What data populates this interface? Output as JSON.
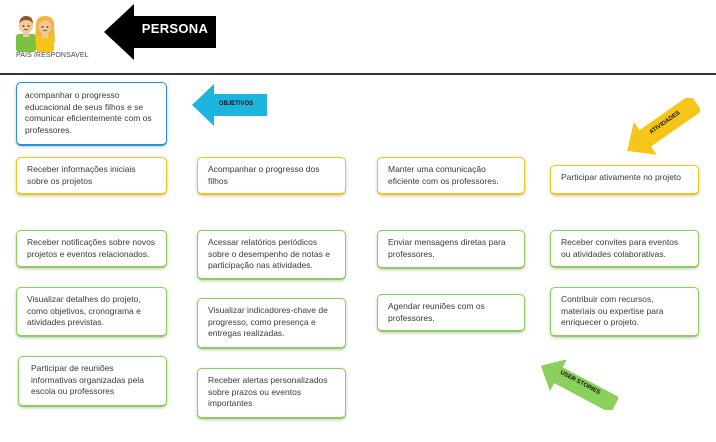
{
  "header": {
    "persona_label": "PAIS /RESPONSAVEL",
    "persona_title": "PERSONA",
    "avatar_icon": "parents-icon"
  },
  "objective": {
    "tag": "OBJETIVOS",
    "text": "acompanhar o progresso educacional de seus filhos e se comunicar eficientemente com os professores.",
    "color": "#2c8ee0",
    "arrow_color": "#1cb5e0"
  },
  "activities": {
    "tag": "ATIVIDADES",
    "color": "#f5c518",
    "items": [
      "Receber informações iniciais sobre os projetos",
      "Acompanhar o progresso dos filhos",
      "Manter uma comunicação eficiente com os professores.",
      "Participar ativamente no projeto"
    ]
  },
  "user_stories": {
    "tag": "USER STORIES",
    "color": "#8bd05a",
    "columns": [
      [
        "Receber notificações sobre novos projetos e eventos relacionados.",
        "Visualizar detalhes do projeto, como objetivos, cronograma e atividades previstas.",
        "Participar de reuniões informativas organizadas pela escola ou professores"
      ],
      [
        "Acessar relatórios periódicos sobre o desempenho de notas e participação nas atividades.",
        "Visualizar indicadores-chave de progresso, como presença e entregas realizadas.",
        "Receber alertas personalizados sobre prazos ou eventos importantes"
      ],
      [
        "Enviar mensagens diretas para professores.",
        "Agendar reuniões com os professores."
      ],
      [
        "Receber convites para eventos ou atividades colaborativas.",
        "Contribuir com recursos, materiais ou expertise para enriquecer o projeto."
      ]
    ]
  }
}
